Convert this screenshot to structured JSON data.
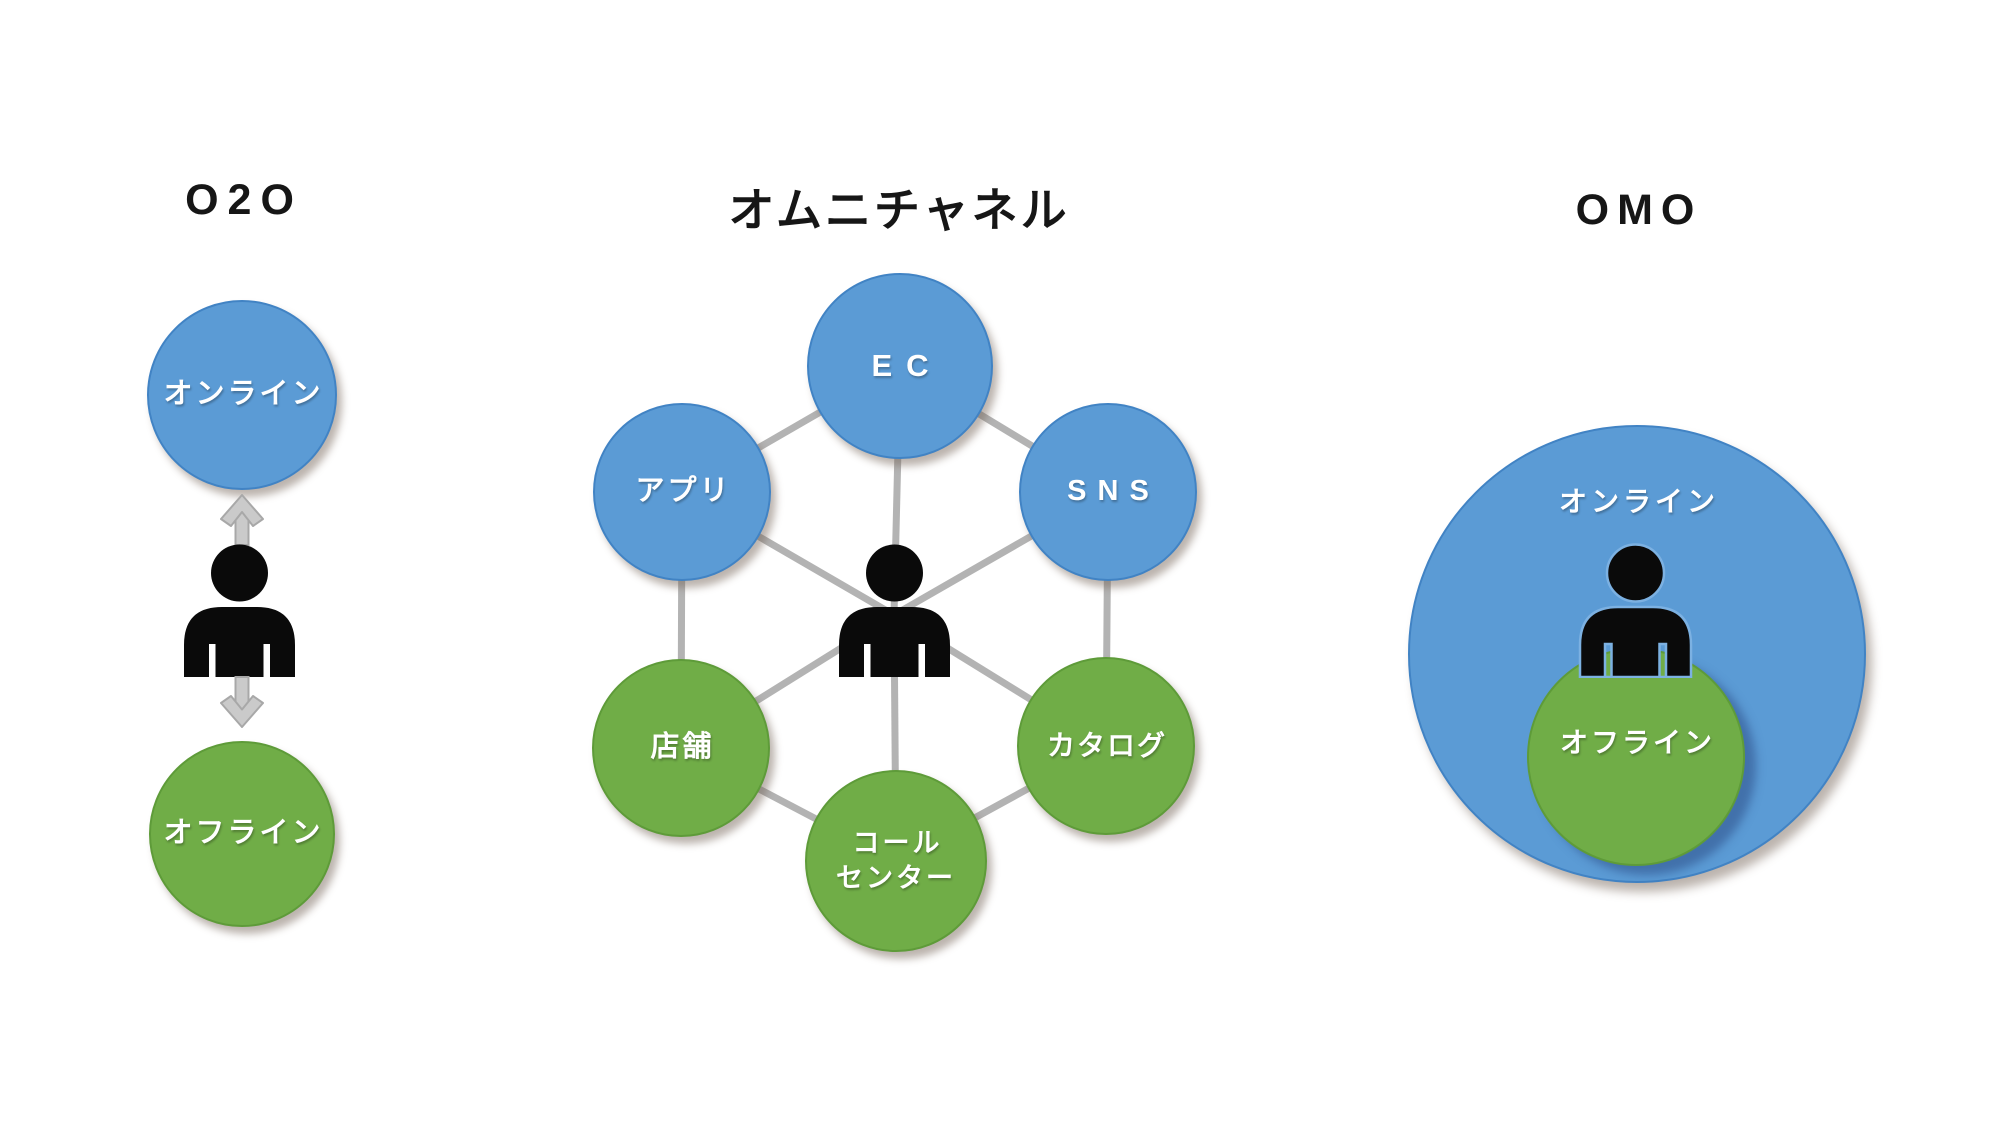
{
  "o2o": {
    "title": "O2O",
    "online": "オンライン",
    "offline": "オフライン"
  },
  "omnichannel": {
    "title": "オムニチャネル",
    "channels": {
      "ec": "EC",
      "sns": "SNS",
      "app": "アプリ",
      "store": "店舗",
      "catalog": "カタログ",
      "call_line1": "コール",
      "call_line2": "センター"
    }
  },
  "omo": {
    "title": "OMO",
    "online": "オンライン",
    "offline": "オフライン"
  },
  "icons": {
    "person": "person-icon",
    "arrow_up": "arrow-up-icon",
    "arrow_down": "arrow-down-icon",
    "connectors": "connector-lines"
  },
  "colors": {
    "online_blue": "#5B9BD5",
    "online_blue_border": "#4183C4",
    "offline_green": "#70AD47",
    "offline_green_border": "#5E9B39",
    "connector_gray": "#B3B3B3",
    "arrow_gray": "#CACACA",
    "arrow_gray_border": "#A8A8A8",
    "person_black": "#0A0A0A",
    "person_outline_omo": "#7CB1E2",
    "title_black": "#161616",
    "label_white": "#FFFFFF",
    "background": "#FFFFFF"
  }
}
